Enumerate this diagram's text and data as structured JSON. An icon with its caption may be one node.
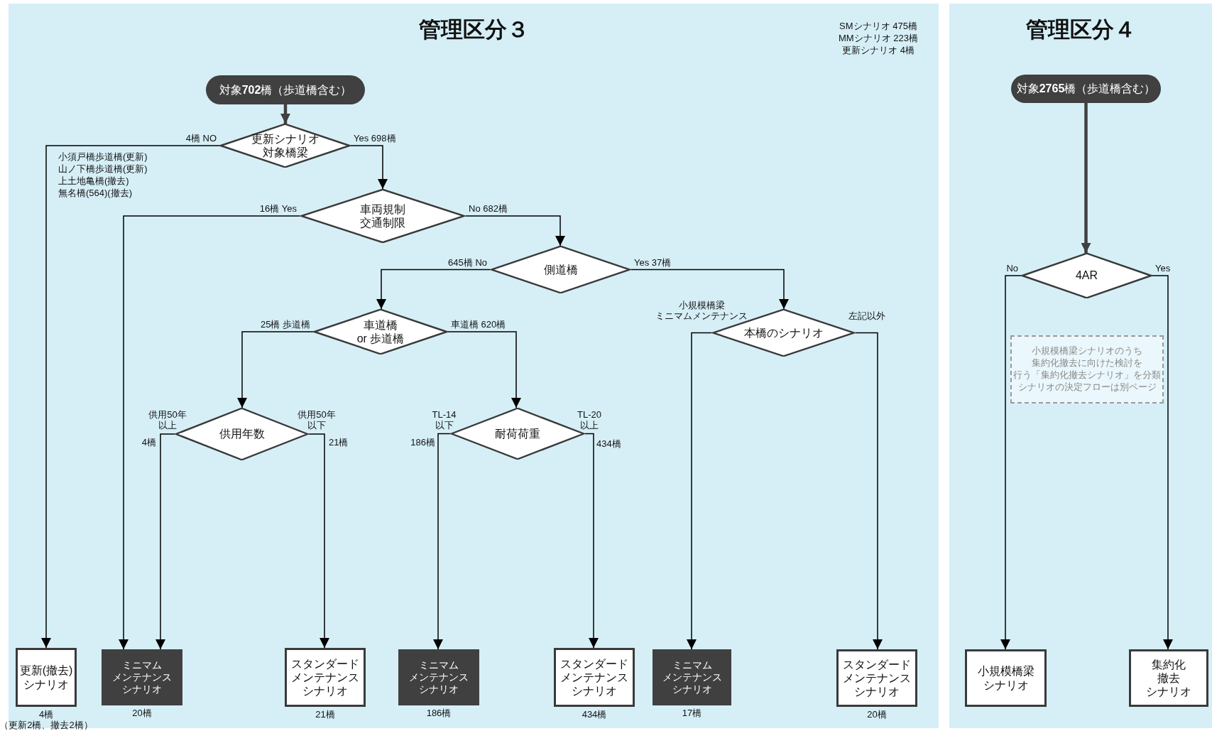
{
  "diagram": {
    "nodes": [
      {
        "text": [
          "管理区分３"
        ]
      },
      {
        "text": [
          "対象**702**橋（歩道橋含む）"
        ],
        "in": 0
      },
      {
        "text": [
          "更新シナリオ対象橋梁"
        ],
        "in": 0
      },
      {
        "text": [
          "車両規制交通制限"
        ],
        "in": 0
      },
      {
        "text": [
          "側道橋"
        ],
        "in": 0
      },
      {
        "text": [
          "車道橋or 歩道橋"
        ],
        "in": 0
      },
      {
        "text": [
          "本橋のシナリオ"
        ],
        "in": 0
      },
      {
        "text": [
          "供用年数"
        ],
        "in": 0
      },
      {
        "text": [
          "耐荷荷重"
        ],
        "in": 0
      },
      {
        "text": [
          "更新(撤去)シナリオ"
        ],
        "in": 0,
        "beside": [
          "4橋",
          "（更新2橋、撤去2橋）"
        ]
      },
      {
        "text": [
          "ミニマムメンテナンスシナリオ"
        ],
        "in": 0,
        "beside": [
          "20橋"
        ]
      },
      {
        "text": [
          "スタンダードメンテナンスシナリオ"
        ],
        "in": 0,
        "beside": [
          "21橋"
        ]
      },
      {
        "text": [
          "ミニマムメンテナンスシナリオ"
        ],
        "in": 0,
        "beside": [
          "186橋"
        ]
      },
      {
        "text": [
          "スタンダードメンテナンスシナリオ"
        ],
        "in": 0,
        "beside": [
          "434橋"
        ]
      },
      {
        "text": [
          "ミニマムメンテナンスシナリオ"
        ],
        "in": 0,
        "beside": [
          "17橋"
        ]
      },
      {
        "text": [
          "スタンダードメンテナンスシナリオ"
        ],
        "in": 0,
        "beside": [
          "20橋"
        ]
      },
      {
        "text": [
          "管理区分４"
        ]
      },
      {
        "text": [
          "対象**2765**橋（歩道橋含む）"
        ],
        "in": 16
      },
      {
        "text": [
          "4AR"
        ],
        "in": 16
      },
      {
        "text": [
          "小規模橋梁シナリオのうち集約化撤去に向けた検討を行う「集約化撤去シナリオ」を分類",
          "シナリオの決定フローは別ページ"
        ],
        "in": 16
      },
      {
        "text": [
          "小規模橋梁シナリオ"
        ],
        "in": 16
      },
      {
        "text": [
          "集約化撤去シナリオ"
        ],
        "in": 16
      }
    ],
    "edges": [
      {
        "from": 1,
        "to": 2,
        "arrow": "to",
        "style": "thick",
        "color": "#404040"
      },
      {
        "from": 2,
        "to": 9,
        "arrow": "to",
        "label": "4橋 NO"
      },
      {
        "from": 2,
        "to": 3,
        "arrow": "to",
        "label": "Yes 698橋"
      },
      {
        "from": 3,
        "to": 10,
        "arrow": "to",
        "label": "16橋 Yes"
      },
      {
        "from": 3,
        "to": 4,
        "arrow": "to",
        "label": "No 682橋"
      },
      {
        "from": 4,
        "to": 5,
        "arrow": "to",
        "label": "645橋 No"
      },
      {
        "from": 4,
        "to": 6,
        "arrow": "to",
        "label": "Yes 37橋"
      },
      {
        "from": 5,
        "to": 7,
        "arrow": "to",
        "label": "25橋 歩道橋"
      },
      {
        "from": 5,
        "to": 8,
        "arrow": "to",
        "label": "車道橋 620橋"
      },
      {
        "from": 7,
        "to": 10,
        "arrow": "to",
        "label": "供用50年以上"
      },
      {
        "from": 7,
        "to": 11,
        "arrow": "to",
        "label": "供用50年以下"
      },
      {
        "from": 8,
        "to": 12,
        "arrow": "to",
        "label": "TL-14以下"
      },
      {
        "from": 8,
        "to": 13,
        "arrow": "to",
        "label": "TL-20以上"
      },
      {
        "from": 6,
        "to": 14,
        "arrow": "to",
        "label": "小規模橋梁ミニマムメンテナンス"
      },
      {
        "from": 6,
        "to": 15,
        "arrow": "to",
        "label": "左記以外"
      },
      {
        "from": 17,
        "to": 18,
        "arrow": "to",
        "style": "thick",
        "color": "#404040"
      },
      {
        "from": 18,
        "to": 20,
        "arrow": "to",
        "label": "No"
      },
      {
        "from": 18,
        "to": 21,
        "arrow": "to",
        "label": "Yes"
      }
    ],
    "labels": [
      "SMシナリオ 475橋",
      "MMシナリオ 223橋",
      "更新シナリオ 4橋",
      "小須戸橋歩道橋(更新)",
      "山ノ下橋歩道橋(更新)",
      "上土地亀橋(撤去)",
      "無名橋(564)(撤去)",
      "4橋",
      "21橋",
      "186橋",
      "434橋"
    ]
  }
}
